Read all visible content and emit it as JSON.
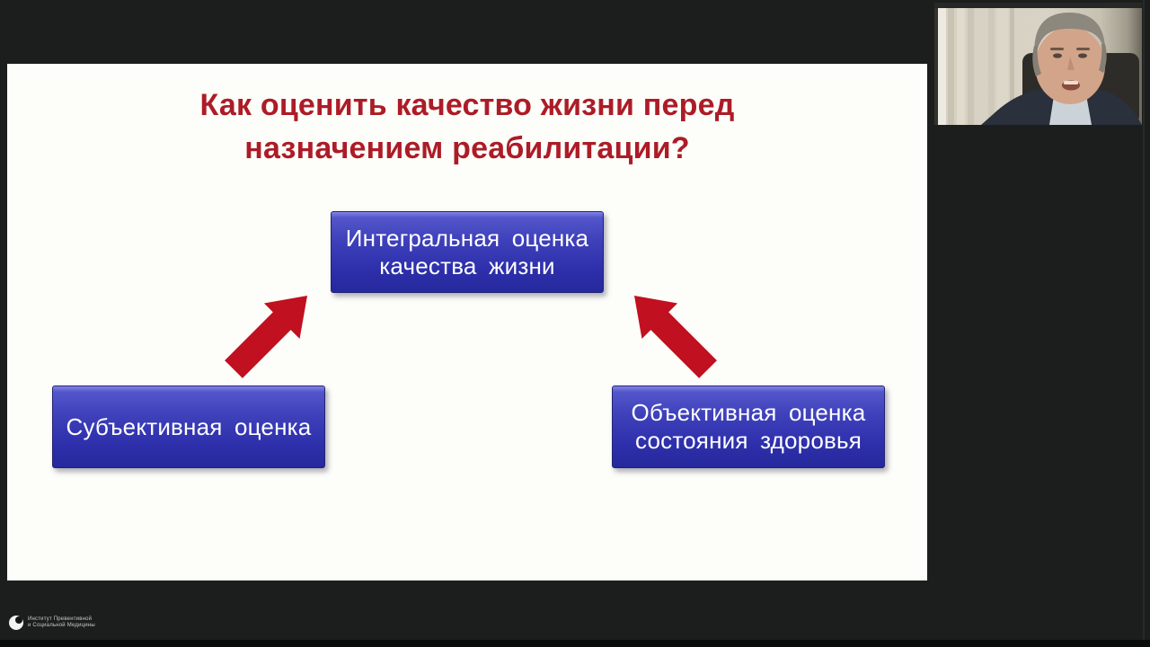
{
  "window": {
    "bg_color": "#1c1e1e",
    "bottom_bar_color": "#0a0b0b"
  },
  "slide": {
    "bg_color": "#fdfdf9",
    "title": {
      "color": "#ac1c27",
      "lines": [
        "Как оценить качество жизни перед",
        "назначением реабилитации?"
      ]
    },
    "diagram": {
      "top_box": "Интегральная оценка качества жизни",
      "left_box": "Субъективная оценка",
      "right_box": "Объективная оценка состояния здоровья",
      "box_gradient_top": "#5355ca",
      "box_gradient_bottom": "#26289c",
      "box_border_color": "#23246f",
      "box_text_color": "#ffffff",
      "arrow_color": "#c11020"
    }
  },
  "logo": {
    "lines": [
      "Институт Превентивной",
      "и Социальной Медицины"
    ]
  },
  "speaker_video": {
    "palette": {
      "curtain": "#d8d2c4",
      "sheer": "#edeae2",
      "chair": "#2d2c29",
      "suit": "#2a303c",
      "shirt": "#ccd3d8",
      "skin": "#d2a489",
      "hair": "#8d887d"
    }
  }
}
